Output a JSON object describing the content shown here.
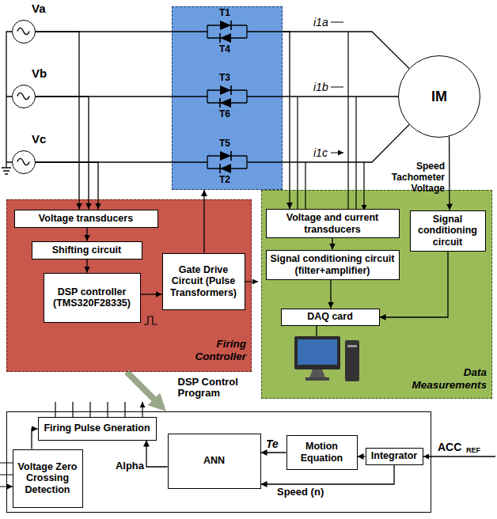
{
  "diagram": {
    "nodes": [
      {
        "text": [
          "Va"
        ]
      },
      {
        "text": [
          "Vb"
        ]
      },
      {
        "text": [
          "Vc"
        ]
      },
      {
        "text": [
          "T1",
          "T4",
          "T3",
          "T6",
          "T5",
          "T2"
        ]
      },
      {
        "text": [
          "IM"
        ]
      },
      {
        "text": [
          "Firing Controller"
        ]
      },
      {
        "text": [
          "Voltage transducers"
        ],
        "in": 5
      },
      {
        "text": [
          "Shifting circuit"
        ],
        "in": 5
      },
      {
        "text": [
          "DSP controller (TMS320F28335)"
        ],
        "in": 5
      },
      {
        "text": [
          "Gate Drive Circuit (Pulse Transformers)"
        ],
        "in": 5
      },
      {
        "text": [
          "Data Measurements"
        ]
      },
      {
        "text": [
          "Voltage and current transducers"
        ],
        "in": 10
      },
      {
        "text": [
          "Signal conditioning circuit (filter+amplifier)"
        ],
        "in": 10
      },
      {
        "text": [
          "DAQ card"
        ],
        "in": 10
      },
      {
        "text": [
          "Signal conditioning circuit"
        ],
        "in": 10
      },
      {
        "text": [
          "DSP Control Program"
        ]
      },
      {
        "text": [
          "Firing Pulse Gneration"
        ],
        "in": 15
      },
      {
        "text": [
          "Voltage Zero Crossing Detection"
        ],
        "in": 15
      },
      {
        "text": [
          "ANN"
        ],
        "in": 15
      },
      {
        "text": [
          "Motion Equation"
        ],
        "in": 15
      },
      {
        "text": [
          "Integrator"
        ],
        "in": 15
      }
    ],
    "edges": [
      {
        "from": 0,
        "to": 3,
        "arrow": "none"
      },
      {
        "from": 1,
        "to": 3,
        "arrow": "none"
      },
      {
        "from": 2,
        "to": 3,
        "arrow": "none"
      },
      {
        "from": 0,
        "to": 6,
        "arrow": "to"
      },
      {
        "from": 1,
        "to": 6,
        "arrow": "to"
      },
      {
        "from": 2,
        "to": 6,
        "arrow": "to"
      },
      {
        "from": 3,
        "to": 4,
        "label": "i1a",
        "arrow": "none"
      },
      {
        "from": 3,
        "to": 4,
        "label": "i1b",
        "arrow": "none"
      },
      {
        "from": 3,
        "to": 4,
        "label": "i1c",
        "arrow": "none"
      },
      {
        "from": 3,
        "to": 11,
        "arrow": "to"
      },
      {
        "from": 4,
        "to": 14,
        "label": "Speed Tachometer Voltage",
        "arrow": "to"
      },
      {
        "from": 6,
        "to": 7,
        "arrow": "to"
      },
      {
        "from": 7,
        "to": 8,
        "arrow": "to"
      },
      {
        "from": 8,
        "to": 9,
        "arrow": "to"
      },
      {
        "from": 9,
        "to": 3,
        "arrow": "to"
      },
      {
        "from": 11,
        "to": 12,
        "arrow": "to"
      },
      {
        "from": 12,
        "to": 13,
        "arrow": "to"
      },
      {
        "from": 14,
        "to": 13,
        "arrow": "to"
      },
      {
        "from": 5,
        "to": 15,
        "arrow": "to"
      },
      {
        "from": 17,
        "to": 16,
        "arrow": "to"
      },
      {
        "from": 18,
        "to": 16,
        "label": "Alpha",
        "arrow": "to"
      },
      {
        "from": 19,
        "to": 18,
        "label": "Te",
        "arrow": "to"
      },
      {
        "from": 20,
        "to": 19,
        "arrow": "to"
      },
      {
        "from": 20,
        "to": 18,
        "label": "Speed (n)",
        "arrow": "to"
      }
    ],
    "labels": [
      "ACC",
      "REF"
    ]
  }
}
